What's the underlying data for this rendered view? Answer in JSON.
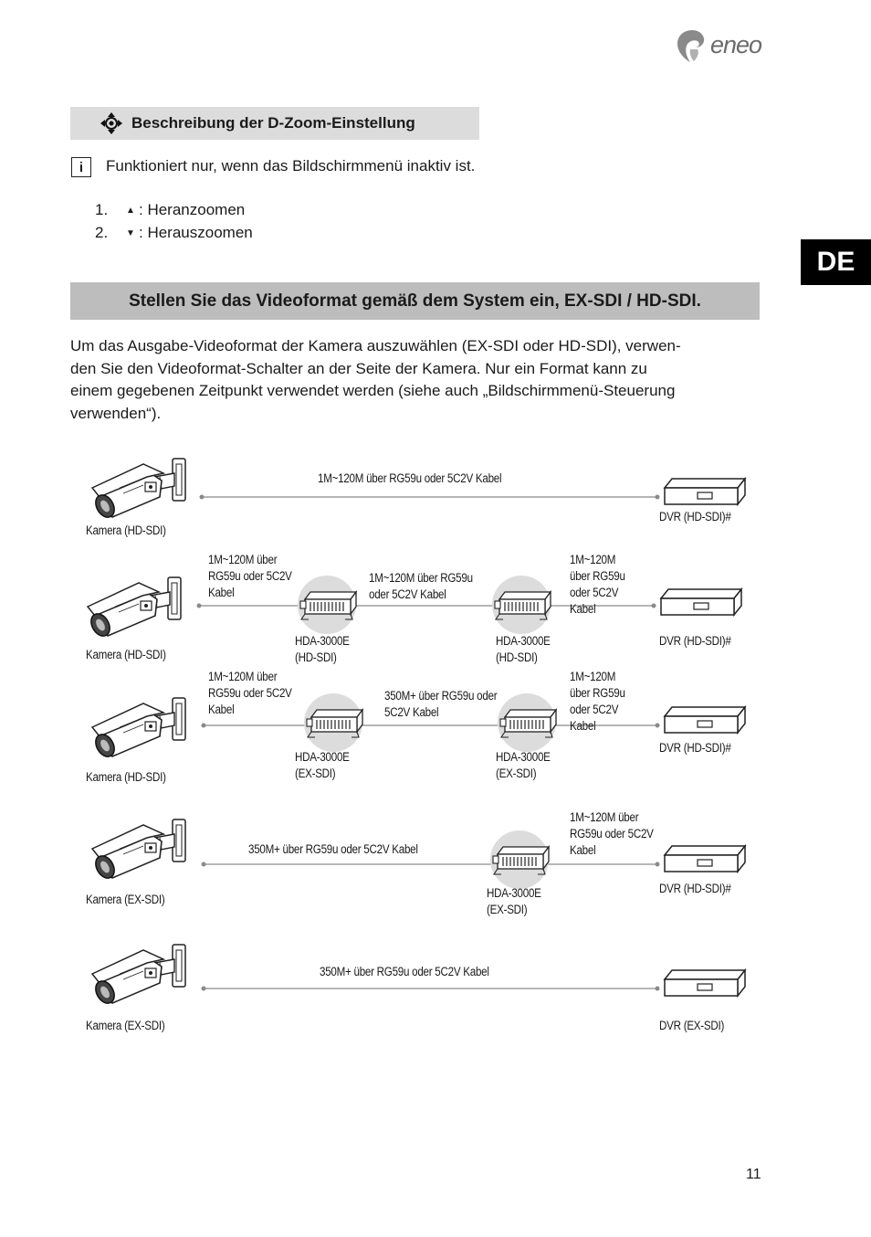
{
  "header": {
    "logo_text": "eneo",
    "lang_tab": "DE"
  },
  "dzoom": {
    "title": "Beschreibung der D-Zoom-Einstellung",
    "info_icon": "i",
    "info_text": "Funktioniert nur, wenn das Bildschirmmenü inaktiv ist.",
    "items": [
      {
        "num": "1.",
        "arrow": "▲",
        "text": ": Heranzoomen"
      },
      {
        "num": "2.",
        "arrow": "▼",
        "text": ": Herauszoomen"
      }
    ]
  },
  "section": {
    "title": "Stellen Sie das Videoformat gemäß dem System ein, EX-SDI / HD-SDI.",
    "paragraph_lines": [
      "Um das Ausgabe-Videoformat der Kamera auszuwählen (EX-SDI oder HD-SDI), verwen-",
      "den Sie den Videoformat-Schalter an der Seite der Kamera. Nur ein Format kann zu",
      "einem gegebenen Zeitpunkt verwendet werden (siehe auch „Bildschirmmenü-Steuerung",
      "verwenden“)."
    ]
  },
  "diagram": {
    "rows": [
      {
        "camera": "Kamera (HD-SDI)",
        "cable": "1M~120M über RG59u oder 5C2V Kabel",
        "dvr": "DVR (HD-SDI)#"
      },
      {
        "camera": "Kamera (HD-SDI)",
        "cable1": [
          "1M~120M über",
          "RG59u oder 5C2V",
          "Kabel"
        ],
        "hda1": [
          "HDA-3000E",
          "(HD-SDI)"
        ],
        "cable2": [
          "1M~120M über RG59u",
          "oder 5C2V Kabel"
        ],
        "hda2": [
          "HDA-3000E",
          "(HD-SDI)"
        ],
        "cable3": [
          "1M~120M",
          "über RG59u",
          "oder 5C2V",
          "Kabel"
        ],
        "dvr": "DVR (HD-SDI)#"
      },
      {
        "camera": "Kamera (HD-SDI)",
        "cable1": [
          "1M~120M über",
          "RG59u oder 5C2V",
          "Kabel"
        ],
        "hda1": [
          "HDA-3000E",
          "(EX-SDI)"
        ],
        "cable2": [
          "350M+ über RG59u oder",
          "5C2V Kabel"
        ],
        "hda2": [
          "HDA-3000E",
          "(EX-SDI)"
        ],
        "cable3": [
          "1M~120M",
          "über RG59u",
          "oder 5C2V",
          "Kabel"
        ],
        "dvr": "DVR (HD-SDI)#"
      },
      {
        "camera": "Kamera (EX-SDI)",
        "cable1": "350M+ über RG59u oder 5C2V Kabel",
        "hda1": [
          "HDA-3000E",
          "(EX-SDI)"
        ],
        "cable2": [
          "1M~120M über",
          "RG59u oder 5C2V",
          "Kabel"
        ],
        "dvr": "DVR (HD-SDI)#"
      },
      {
        "camera": "Kamera (EX-SDI)",
        "cable": "350M+ über RG59u oder 5C2V Kabel",
        "dvr": "DVR (EX-SDI)"
      }
    ]
  },
  "footer": {
    "page_number": "11"
  }
}
